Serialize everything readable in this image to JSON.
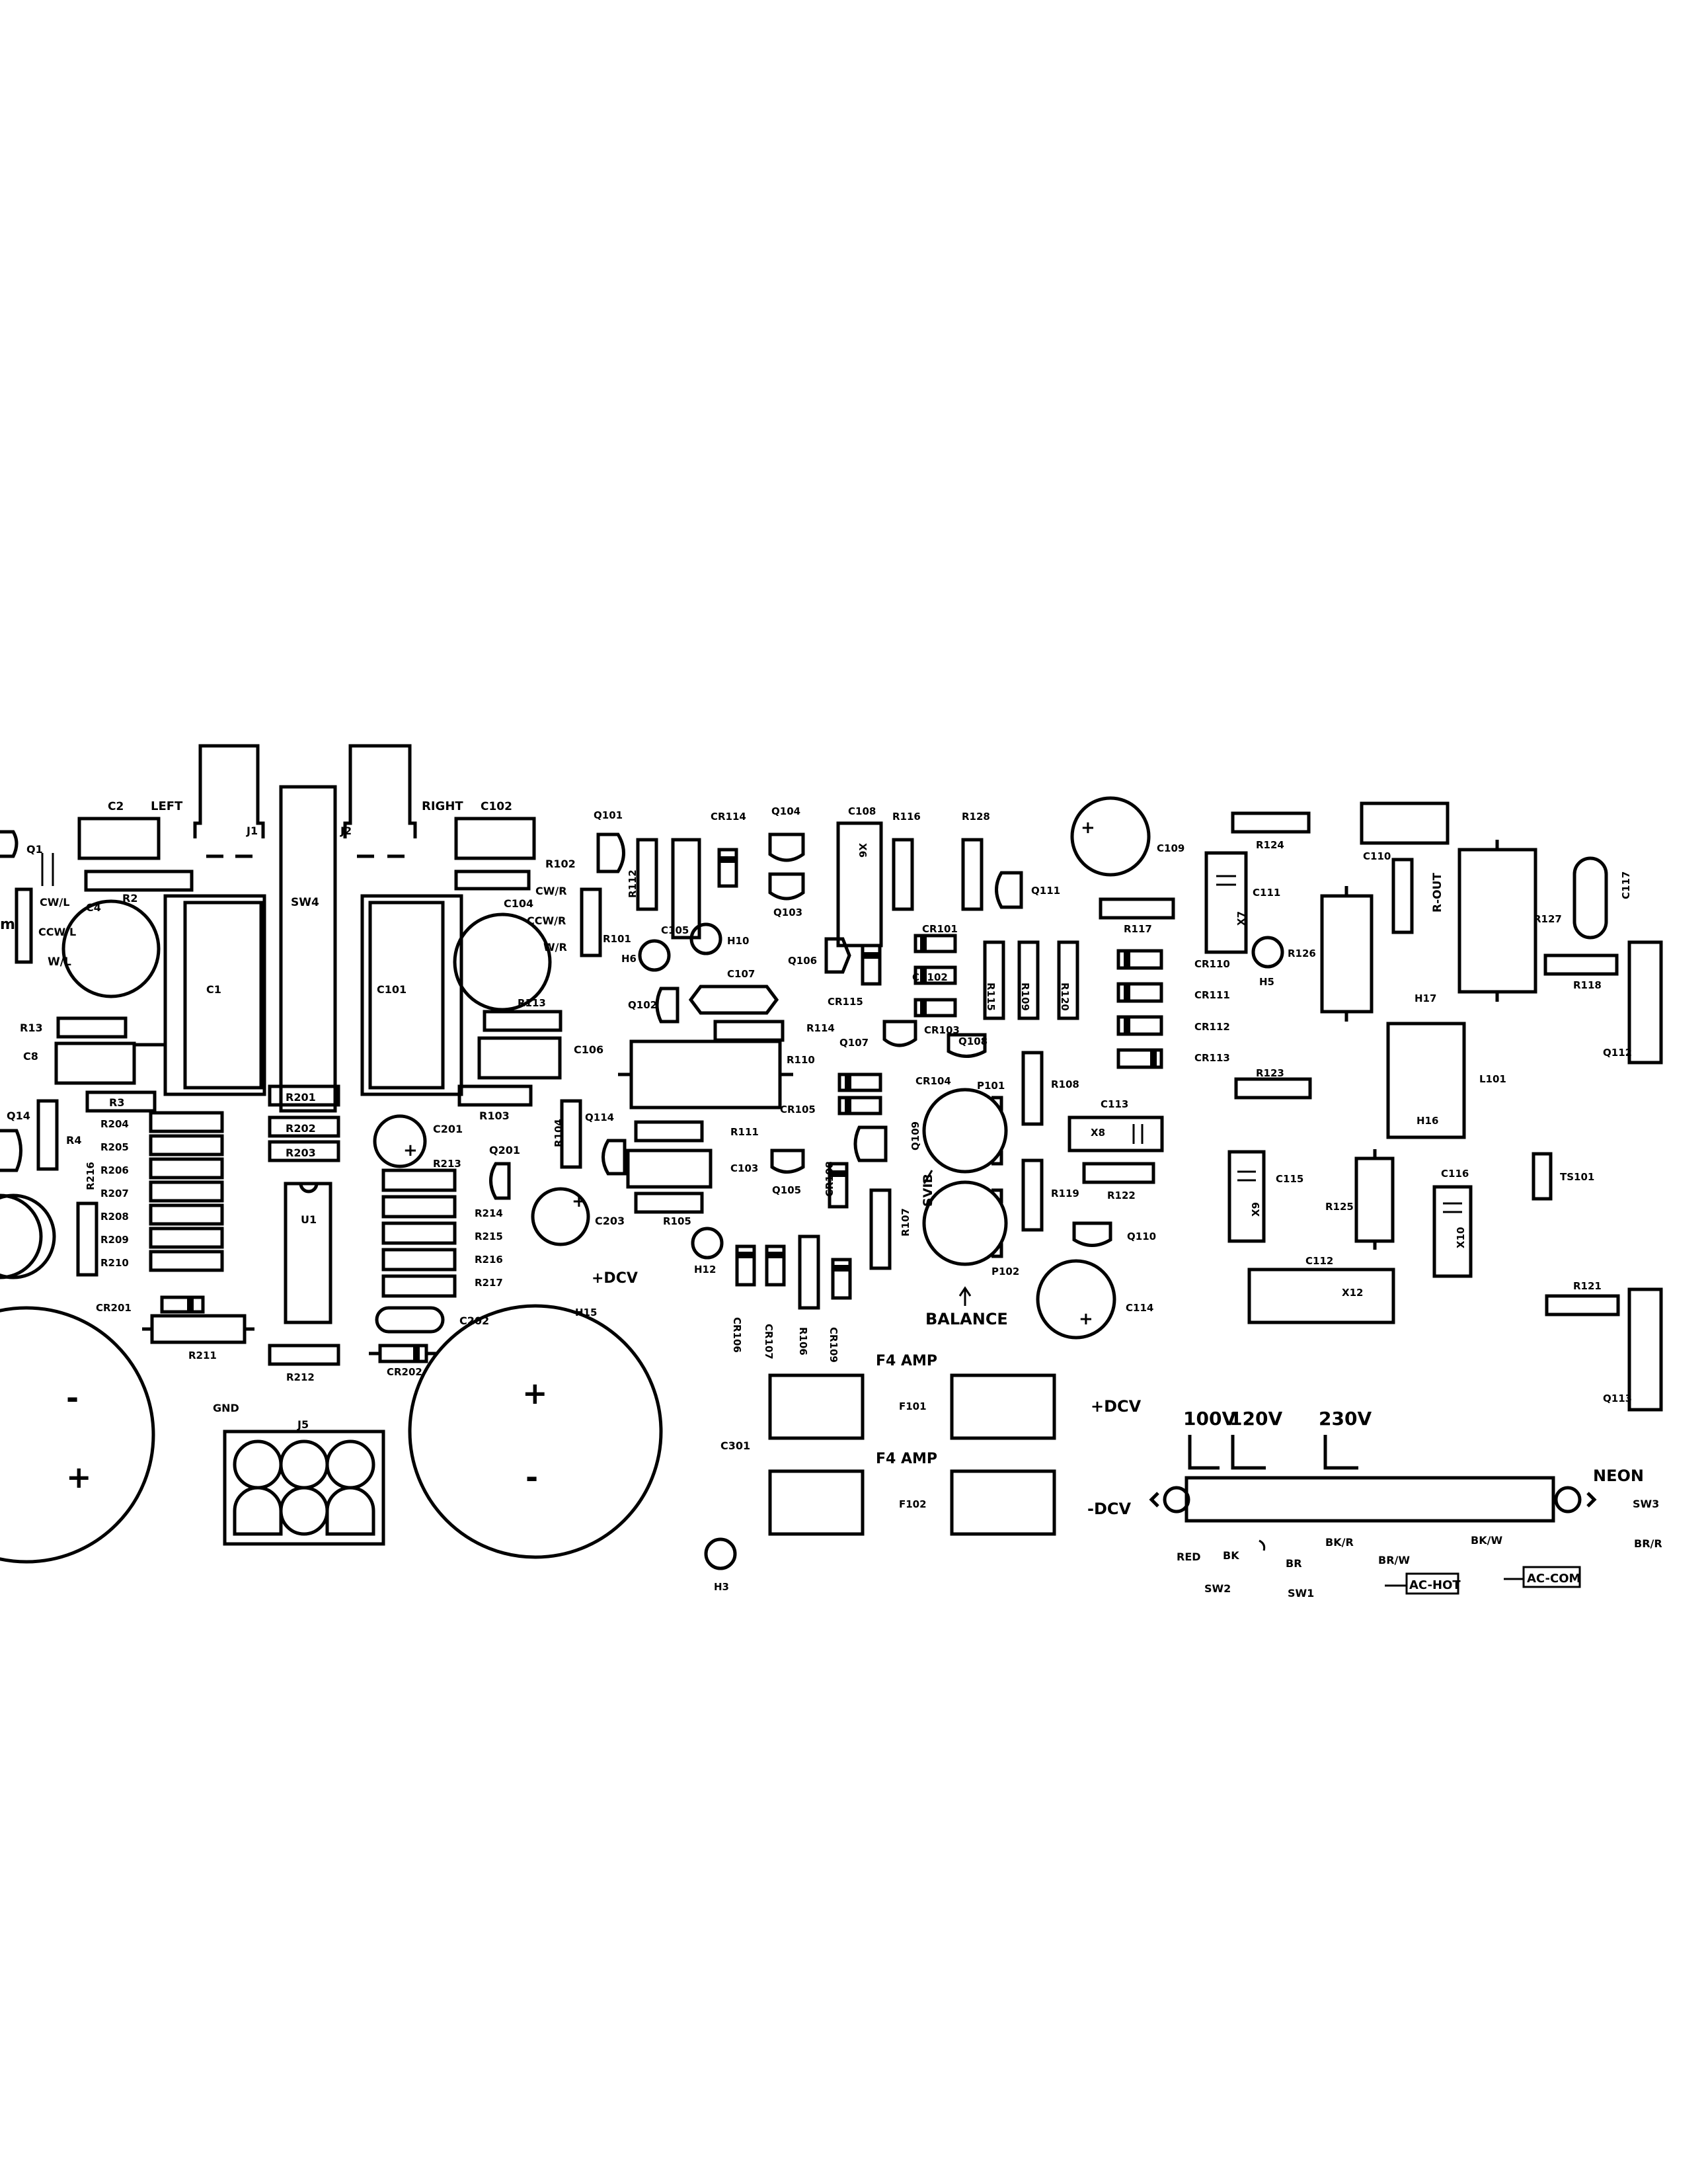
{
  "diagram": {
    "labels": [
      "C2",
      "LEFT",
      "J1",
      "SW4",
      "J2",
      "RIGHT",
      "C102",
      "Q1",
      "R2",
      "CW/L",
      "CCW/L",
      "W/L",
      "C4",
      "m",
      "C1",
      "C101",
      "R102",
      "CW/R",
      "C104",
      "CCW/R",
      "W/R",
      "R13",
      "C8",
      "R113",
      "R3",
      "R201",
      "R202",
      "R203",
      "C106",
      "R103",
      "Q14",
      "R4",
      "R204",
      "R205",
      "R206",
      "R207",
      "R208",
      "R209",
      "R210",
      "R216",
      "C201",
      "R213",
      "Q201",
      "U1",
      "R214",
      "R215",
      "R216",
      "R217",
      "C202",
      "C203",
      "CR201",
      "R211",
      "R212",
      "CR202",
      "GND",
      "J5",
      "Q101",
      "R112",
      "R101",
      "H6",
      "C105",
      "H10",
      "CR114",
      "Q104",
      "C108",
      "X6",
      "R116",
      "R128",
      "Q103",
      "Q111",
      "CR101",
      "Q106",
      "CR102",
      "CR115",
      "CR103",
      "Q102",
      "C107",
      "R114",
      "Q107",
      "Q108",
      "R115",
      "R109",
      "R120",
      "C109",
      "R117",
      "R110",
      "CR105",
      "CR104",
      "P101",
      "R111",
      "C103",
      "Q105",
      "CR108",
      "Q109",
      "R107",
      "SVIB",
      "R105",
      "H12",
      "CR106",
      "CR107",
      "R106",
      "CR109",
      "P102",
      "BALANCE",
      "R108",
      "C113",
      "X8",
      "R119",
      "R122",
      "Q110",
      "C114",
      "Q114",
      "R104",
      "R124",
      "C110",
      "C111",
      "X7",
      "R126",
      "H5",
      "R-OUT",
      "R127",
      "C117",
      "R118",
      "H17",
      "CR110",
      "CR111",
      "CR112",
      "CR113",
      "R123",
      "L101",
      "H16",
      "Q112",
      "C115",
      "X9",
      "R125",
      "C116",
      "X10",
      "TS101",
      "C112",
      "X12",
      "R121",
      "Q113",
      "+DCV",
      "H15",
      "C301",
      "H3",
      "F4 AMP",
      "F101",
      "F102",
      "-DCV",
      "100V",
      "120V",
      "230V",
      "NEON",
      "SW3",
      "RED",
      "BK",
      "SW2",
      "BR",
      "SW1",
      "BK/R",
      "BR/W",
      "AC-HOT",
      "BK/W",
      "AC-COM",
      "BR/R"
    ],
    "polarity_marks": [
      "+",
      "-"
    ]
  }
}
